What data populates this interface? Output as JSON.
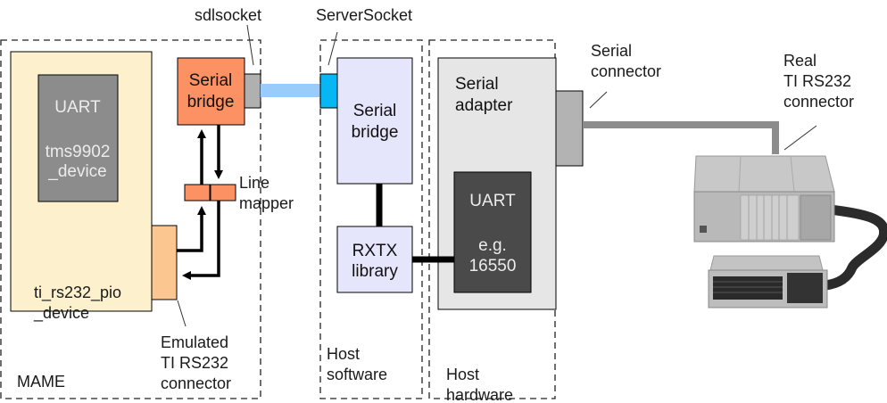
{
  "colors": {
    "mame_device_fill": "#fdf0cc",
    "uart_tms_fill": "#8c8c8c",
    "serial_bridge_emulated_fill": "#fc9163",
    "sdlsocket_fill": "#b0b0b0",
    "network_link": "#99ccfa",
    "server_socket_fill": "#06b7f3",
    "host_software_box_fill": "#e5e5fc",
    "serial_adapter_fill": "#e6e6e6",
    "uart_16550_fill": "#4a4a4a",
    "serial_connector_fill": "#b3b3b3",
    "cable": "#8c8c8c",
    "emulated_connector_fill": "#fcc690"
  },
  "regions": {
    "mame": {
      "label": "MAME"
    },
    "host_software": {
      "label_line1": "Host",
      "label_line2": "software"
    },
    "host_hardware": {
      "label_line1": "Host",
      "label_line2": "hardware"
    }
  },
  "mame": {
    "device": {
      "label_line1": "ti_rs232_pio",
      "label_line2": "_device"
    },
    "uart": {
      "line1": "UART",
      "line2": "tms9902",
      "line3": "_device"
    },
    "serial_bridge": {
      "line1": "Serial",
      "line2": "bridge"
    },
    "line_mapper": {
      "line1": "Line",
      "line2": "mapper"
    },
    "emulated_connector": {
      "line1": "Emulated",
      "line2": "TI RS232",
      "line3": "connector"
    }
  },
  "sockets": {
    "sdlsocket": "sdlsocket",
    "server_socket": "ServerSocket"
  },
  "host_software": {
    "serial_bridge": {
      "line1": "Serial",
      "line2": "bridge"
    },
    "rxtx": {
      "line1": "RXTX",
      "line2": "library"
    }
  },
  "host_hardware": {
    "serial_adapter": {
      "line1": "Serial",
      "line2": "adapter"
    },
    "uart": {
      "line1": "UART",
      "line2": "e.g.",
      "line3": "16550"
    },
    "serial_connector": {
      "line1": "Serial",
      "line2": "connector"
    }
  },
  "real_hardware": {
    "connector": {
      "line1": "Real",
      "line2": "TI RS232",
      "line3": "connector"
    }
  }
}
